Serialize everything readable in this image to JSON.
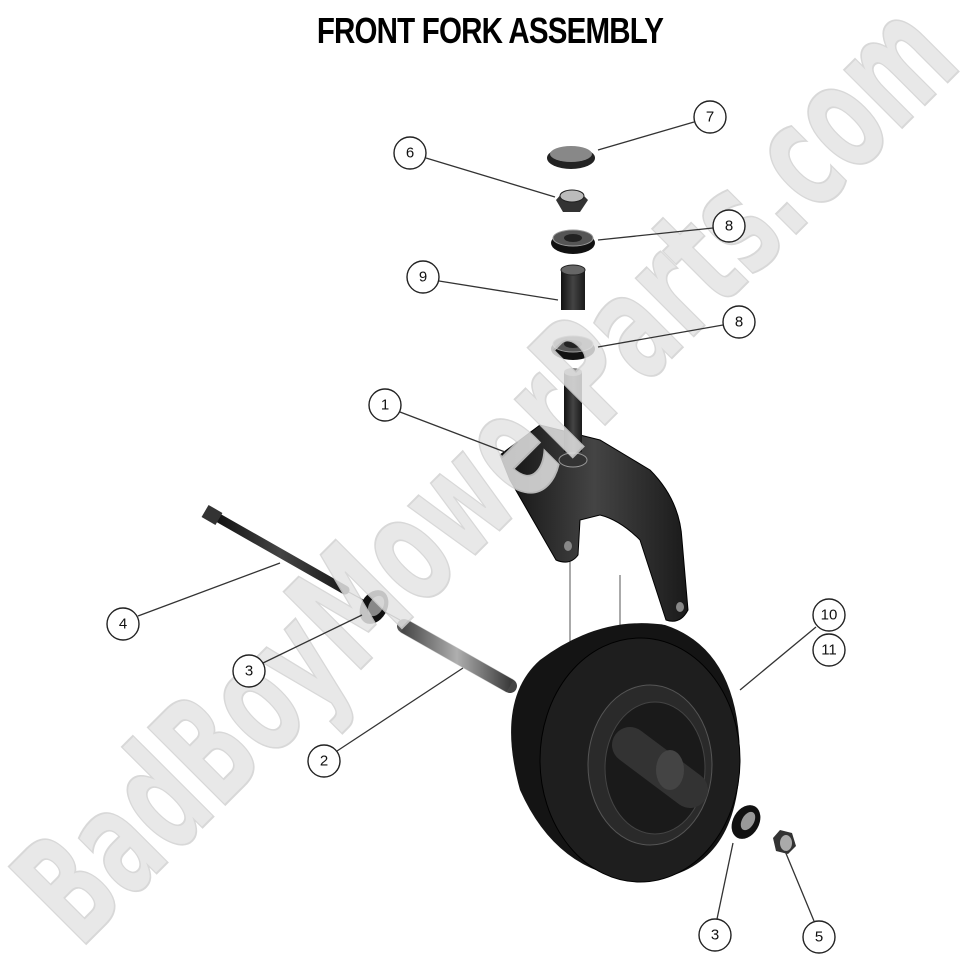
{
  "title": "FRONT FORK ASSEMBLY",
  "watermark": "BadBoyMowerParts.com",
  "callouts": [
    {
      "label": "7",
      "part": "cap"
    },
    {
      "label": "6",
      "part": "lock-nut"
    },
    {
      "label": "8",
      "part": "bearing-upper"
    },
    {
      "label": "9",
      "part": "spacer"
    },
    {
      "label": "8",
      "part": "bearing-lower"
    },
    {
      "label": "1",
      "part": "fork"
    },
    {
      "label": "4",
      "part": "bolt"
    },
    {
      "label": "3",
      "part": "bearing-left"
    },
    {
      "label": "10",
      "part": "tire"
    },
    {
      "label": "11",
      "part": "wheel"
    },
    {
      "label": "2",
      "part": "axle-sleeve"
    },
    {
      "label": "3",
      "part": "bearing-right"
    },
    {
      "label": "5",
      "part": "nut"
    }
  ]
}
